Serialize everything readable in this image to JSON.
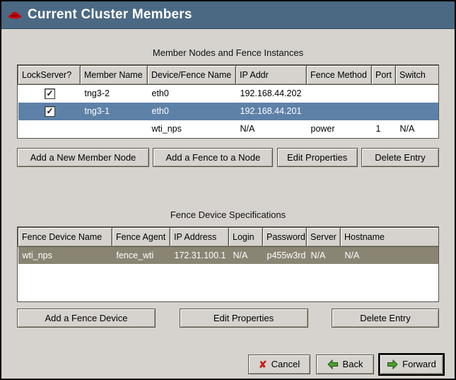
{
  "window": {
    "title": "Current Cluster Members"
  },
  "icons": {
    "check": "✓",
    "cancel_x": "✘"
  },
  "members_section": {
    "title": "Member Nodes and Fence Instances",
    "columns": [
      "LockServer?",
      "Member Name",
      "Device/Fence Name",
      "IP Addr",
      "Fence Method",
      "Port",
      "Switch"
    ],
    "rows": [
      {
        "lockserver_checked": true,
        "member_name": "tng3-2",
        "device_fence_name": "eth0",
        "ip_addr": "192.168.44.202",
        "fence_method": "",
        "port": "",
        "switch": "",
        "selected": false
      },
      {
        "lockserver_checked": true,
        "member_name": "tng3-1",
        "device_fence_name": "eth0",
        "ip_addr": "192.168.44.201",
        "fence_method": "",
        "port": "",
        "switch": "",
        "selected": true
      },
      {
        "lockserver_checked": false,
        "member_name": "",
        "device_fence_name": "wti_nps",
        "ip_addr": "N/A",
        "fence_method": "power",
        "port": "1",
        "switch": "N/A",
        "selected": false
      }
    ],
    "buttons": {
      "add_member": "Add a New Member Node",
      "add_fence": "Add a Fence to a Node",
      "edit": "Edit Properties",
      "delete": "Delete Entry"
    }
  },
  "fence_section": {
    "title": "Fence Device Specifications",
    "columns": [
      "Fence Device Name",
      "Fence Agent",
      "IP Address",
      "Login",
      "Password",
      "Server",
      "Hostname"
    ],
    "rows": [
      {
        "name": "wti_nps",
        "agent": "fence_wti",
        "ip_address": "172.31.100.1",
        "login": "N/A",
        "password": "p455w3rd",
        "server": "N/A",
        "hostname": "N/A",
        "selected": true
      }
    ],
    "buttons": {
      "add_device": "Add a Fence Device",
      "edit": "Edit Properties",
      "delete": "Delete Entry"
    }
  },
  "footer": {
    "cancel": "Cancel",
    "back": "Back",
    "forward": "Forward"
  },
  "colors": {
    "titlebar": "#4b6983",
    "selection_active": "#5e81a8",
    "selection_inactive": "#8a8573",
    "background": "#d6d3ce",
    "accent_red": "#cc1f1f",
    "accent_green": "#4aa02c"
  }
}
